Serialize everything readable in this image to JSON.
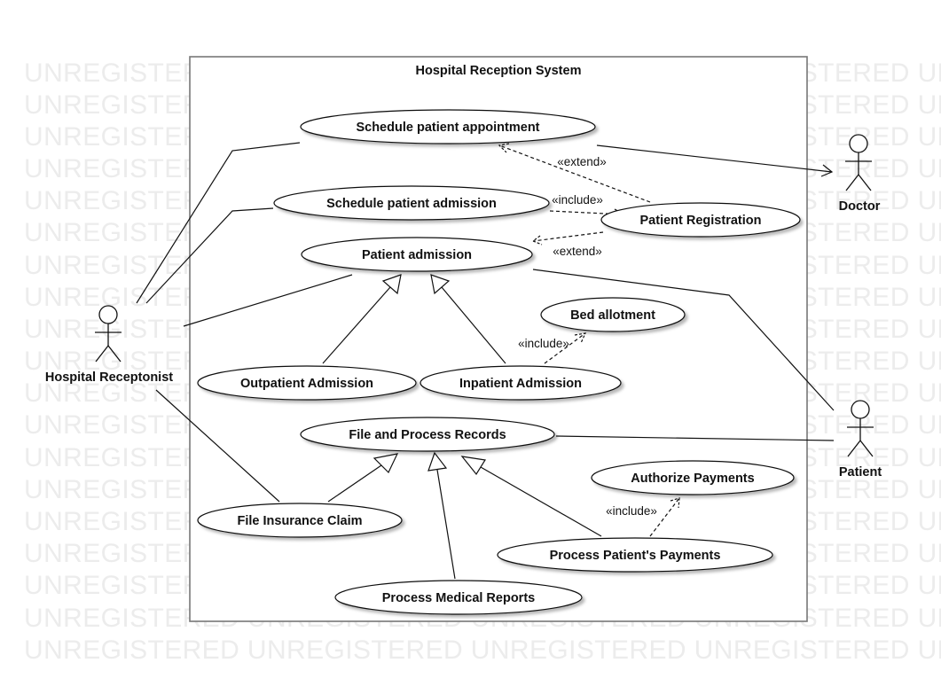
{
  "watermark": {
    "text": "UNREGISTERED UNREGISTERED UNREGISTERED UNREGISTERED UNREGISTERED UNREGISTERED"
  },
  "system": {
    "title": "Hospital Reception System"
  },
  "actors": {
    "receptionist": "Hospital Receptonist",
    "doctor": "Doctor",
    "patient": "Patient"
  },
  "use_cases": {
    "schedule_appointment": "Schedule patient appointment",
    "schedule_admission": "Schedule patient admission",
    "patient_registration": "Patient Registration",
    "patient_admission": "Patient admission",
    "bed_allotment": "Bed allotment",
    "outpatient_admission": "Outpatient Admission",
    "inpatient_admission": "Inpatient Admission",
    "file_process_records": "File and Process Records",
    "authorize_payments": "Authorize Payments",
    "file_insurance_claim": "File Insurance Claim",
    "process_payments": "Process Patient's Payments",
    "process_medical_reports": "Process Medical Reports"
  },
  "relationships": {
    "extend_appointment": "«extend»",
    "include_registration": "«include»",
    "extend_admission": "«extend»",
    "include_bed": "«include»",
    "include_authorize": "«include»"
  }
}
